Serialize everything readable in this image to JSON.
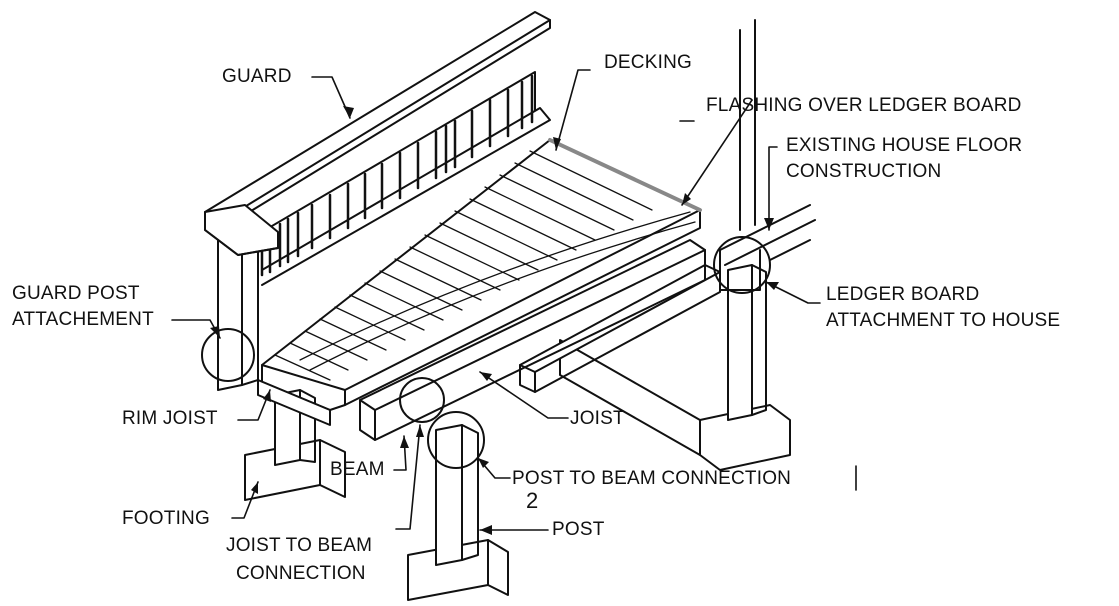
{
  "labels": {
    "guard": "GUARD",
    "decking": "DECKING",
    "flashing": "FLASHING OVER LEDGER BOARD",
    "house_floor_1": "EXISTING HOUSE FLOOR",
    "house_floor_2": "CONSTRUCTION",
    "guard_post_1": "GUARD POST",
    "guard_post_2": "ATTACHEMENT",
    "ledger_1": "LEDGER BOARD",
    "ledger_2": "ATTACHMENT TO HOUSE",
    "rim_joist": "RIM JOIST",
    "joist": "JOIST",
    "beam": "BEAM",
    "post_to_beam": "POST TO BEAM CONNECTION",
    "footing": "FOOTING",
    "joist_to_beam_1": "JOIST TO BEAM",
    "joist_to_beam_2": "CONNECTION",
    "post": "POST",
    "page_number": "2"
  },
  "colors": {
    "ink": "#111111",
    "paper": "#ffffff"
  }
}
